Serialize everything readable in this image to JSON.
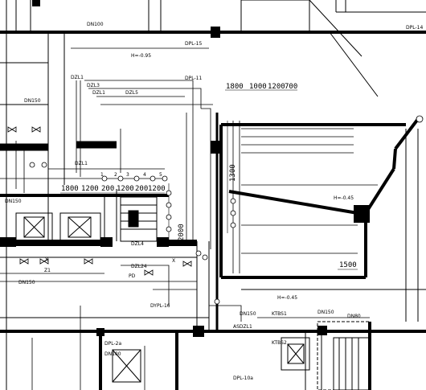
{
  "labels": {
    "dn100_top": "DN100",
    "dpl14": "DPL-14",
    "dpl15": "DPL-15",
    "h095": "H=-0.95",
    "dzl1_a": "DZL1",
    "dzl3": "DZL3",
    "dzl1_b": "DZL1",
    "dzl5": "DZL5",
    "dpl11": "DPL-11",
    "dn150_left": "DN150",
    "dn150_mid": "DN150",
    "dn150_low": "DN150",
    "dn150_bot": "DN150",
    "dn150_right": "DN150",
    "dn100_bot": "DN100",
    "dn80": "DN80",
    "dzl1_c": "DZL1",
    "dzl4": "DZL4",
    "dzl24": "DZL24",
    "dypl16": "DYPL-16",
    "dpl2a": "DPL-2a",
    "dpl10a": "DPL-10a",
    "ktbs1": "KTBS1",
    "ktbs2": "KTBS2",
    "asdzl1": "ASDZL1",
    "h045_a": "H=-0.45",
    "h045_b": "H=-0.45",
    "z1": "Z1",
    "pd": "PD",
    "x_a": "X",
    "x_b": "X",
    "dim_1800_top": "1800",
    "dim_1000": "1000",
    "dim_1200_top": "1200",
    "dim_700": "700",
    "dim_1800_left": "1800",
    "dim_1200_a": "1200",
    "dim_200_a": "200",
    "dim_1200_b": "1200",
    "dim_200_b": "200",
    "dim_1200_c": "1200",
    "dim_1300": "1300",
    "dim_1500": "1500",
    "dim_2000": "2000",
    "n1": "1",
    "n2": "2",
    "n3": "3",
    "n4": "4",
    "n5": "5"
  }
}
